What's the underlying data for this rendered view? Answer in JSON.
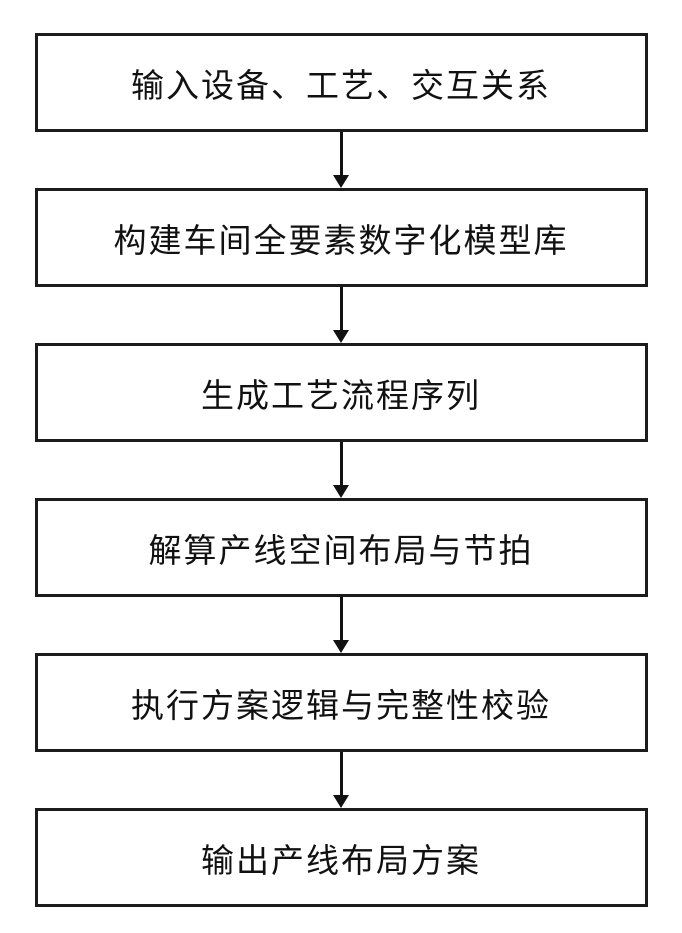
{
  "diagram": {
    "type": "flowchart",
    "direction": "top-down",
    "nodes": [
      {
        "id": "step-1",
        "label": "输入设备、工艺、交互关系"
      },
      {
        "id": "step-2",
        "label": "构建车间全要素数字化模型库"
      },
      {
        "id": "step-3",
        "label": "生成工艺流程序列"
      },
      {
        "id": "step-4",
        "label": "解算产线空间布局与节拍"
      },
      {
        "id": "step-5",
        "label": "执行方案逻辑与完整性校验"
      },
      {
        "id": "step-6",
        "label": "输出产线布局方案"
      }
    ],
    "connections": [
      {
        "from": "step-1",
        "to": "step-2",
        "style": "arrow-down"
      },
      {
        "from": "step-2",
        "to": "step-3",
        "style": "arrow-down"
      },
      {
        "from": "step-3",
        "to": "step-4",
        "style": "arrow-down"
      },
      {
        "from": "step-4",
        "to": "step-5",
        "style": "arrow-down"
      },
      {
        "from": "step-5",
        "to": "step-6",
        "style": "arrow-down"
      }
    ],
    "colors": {
      "background": "#ffffff",
      "node_fill": "#ffffff",
      "node_border": "#1c1c1c",
      "text": "#111111",
      "arrow": "#111111"
    }
  }
}
